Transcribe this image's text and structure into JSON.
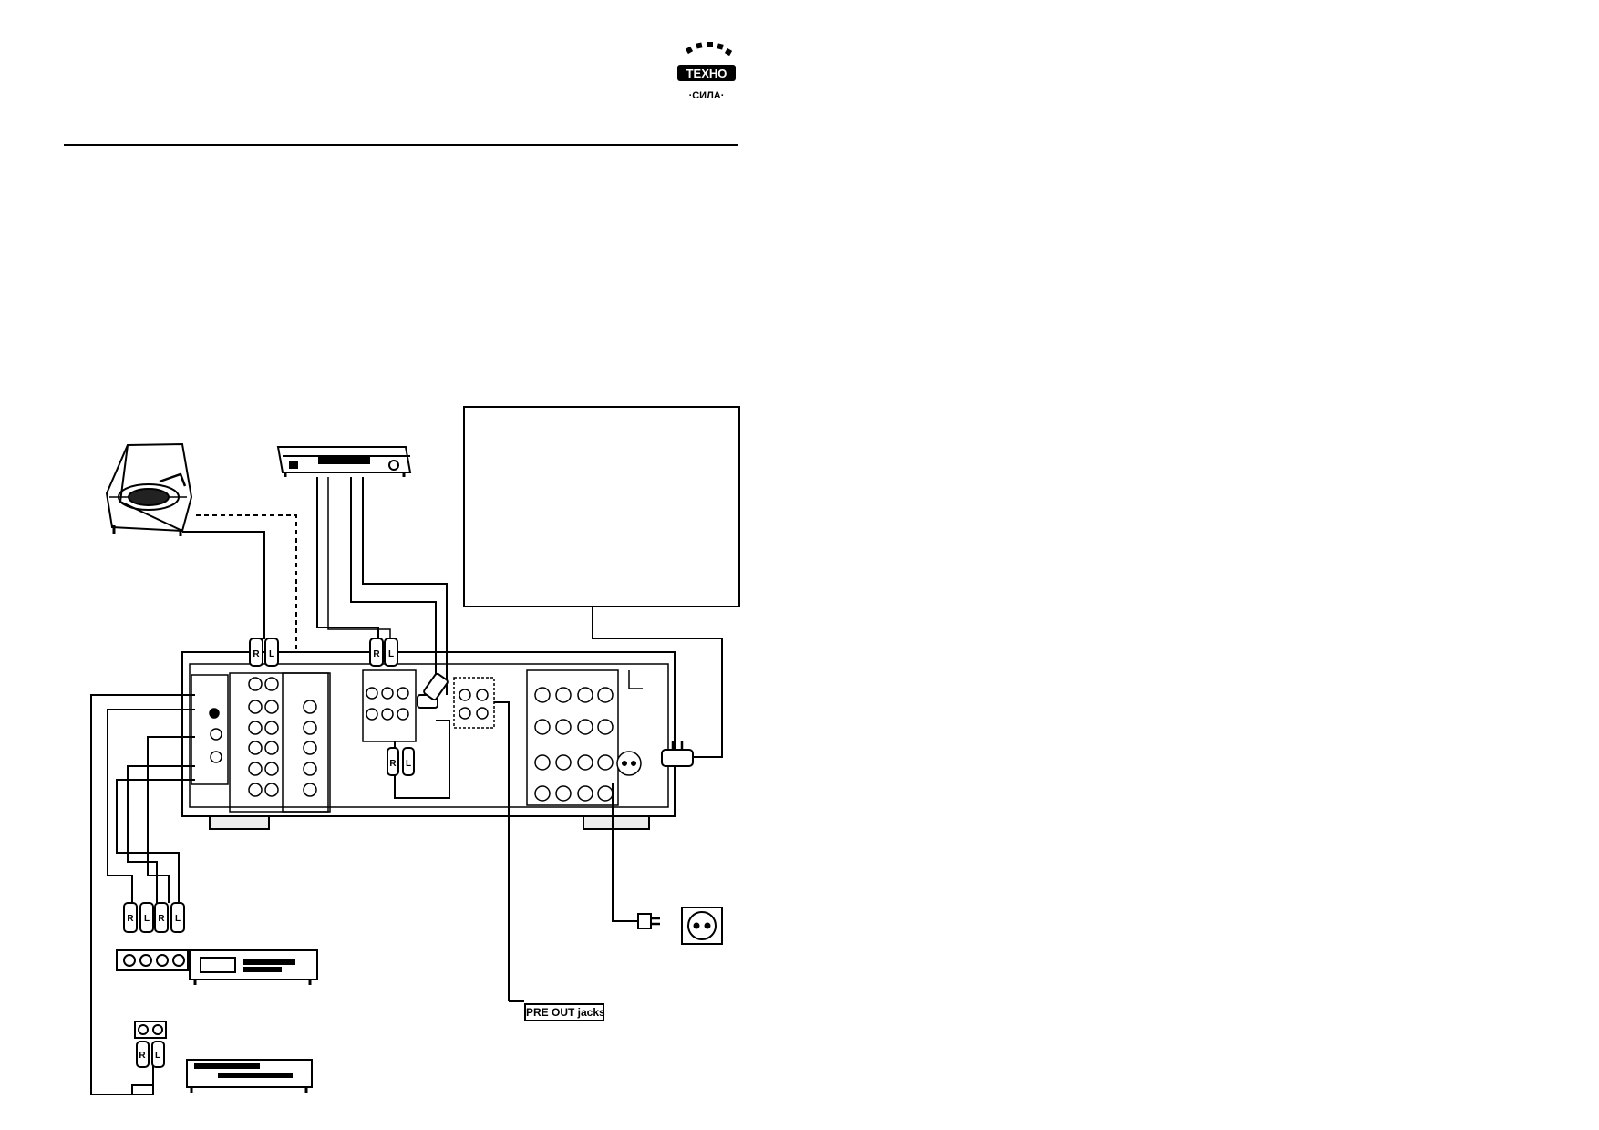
{
  "logo": {
    "icon": "tekhno-sila-emblem",
    "top_text": "ТЕХНО",
    "bottom_text": "·СИЛА·"
  },
  "diagram": {
    "callout": "PRE OUT jacks",
    "plug_letters": {
      "right": "R",
      "left": "L"
    }
  }
}
